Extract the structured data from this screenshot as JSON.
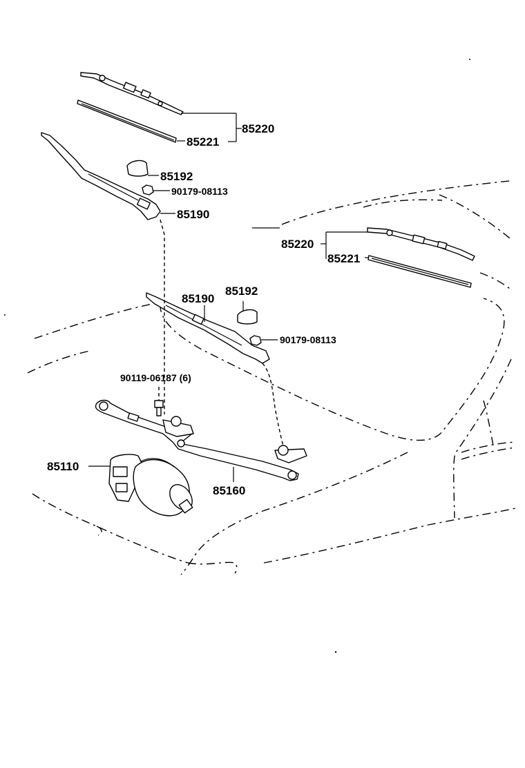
{
  "callouts": {
    "blade_left": "85220",
    "refill_left": "85221",
    "cap_left": "85192",
    "nut_left": "90179-08113",
    "arm_left": "85190",
    "blade_right": "85220",
    "refill_right": "85221",
    "cap_right": "85192",
    "arm_right": "85190",
    "nut_right": "90179-08113",
    "bolt": "90119-06187 (6)",
    "motor": "85110",
    "link": "85160"
  }
}
